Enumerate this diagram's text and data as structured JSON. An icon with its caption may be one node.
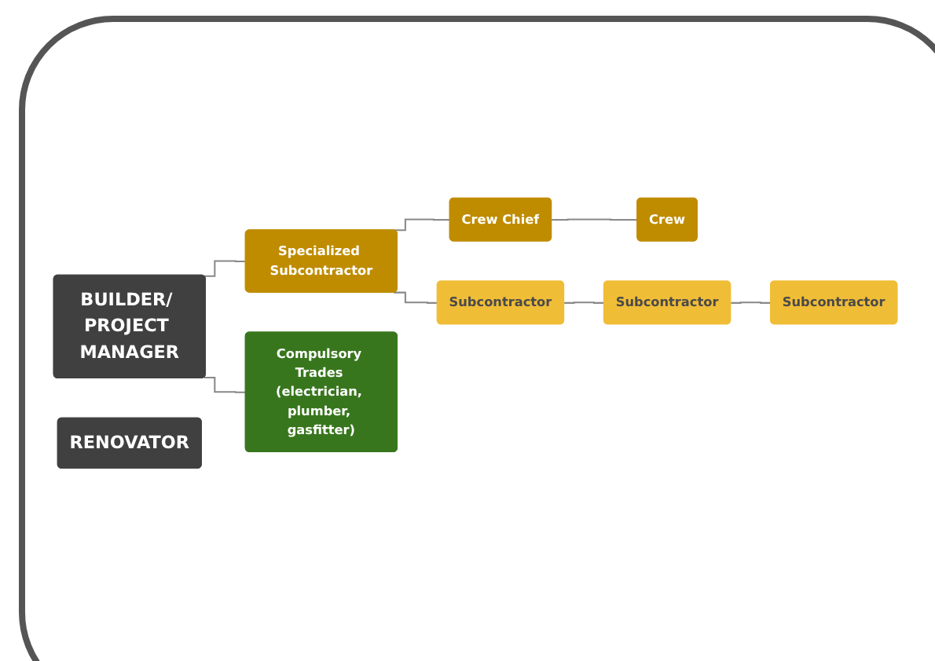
{
  "diagram": {
    "nodes": [
      {
        "text": [
          "BUILDER/ PROJECT MANAGER"
        ]
      },
      {
        "text": [
          "RENOVATOR"
        ]
      },
      {
        "text": [
          "Specialized Subcontractor"
        ]
      },
      {
        "text": [
          "Crew Chief"
        ]
      },
      {
        "text": [
          "Crew"
        ]
      },
      {
        "text": [
          "Subcontractor"
        ]
      },
      {
        "text": [
          "Subcontractor"
        ]
      },
      {
        "text": [
          "Subcontractor"
        ]
      },
      {
        "text": [
          "Compulsory Trades (electrician, plumber, gasfitter)"
        ]
      }
    ],
    "edges": [
      {
        "from": 0,
        "to": 2,
        "arrow": "none"
      },
      {
        "from": 0,
        "to": 8,
        "arrow": "none"
      },
      {
        "from": 2,
        "to": 3,
        "arrow": "none"
      },
      {
        "from": 3,
        "to": 4,
        "arrow": "none"
      },
      {
        "from": 2,
        "to": 5,
        "arrow": "none"
      },
      {
        "from": 5,
        "to": 6,
        "arrow": "none"
      },
      {
        "from": 6,
        "to": 7,
        "arrow": "none"
      }
    ]
  }
}
